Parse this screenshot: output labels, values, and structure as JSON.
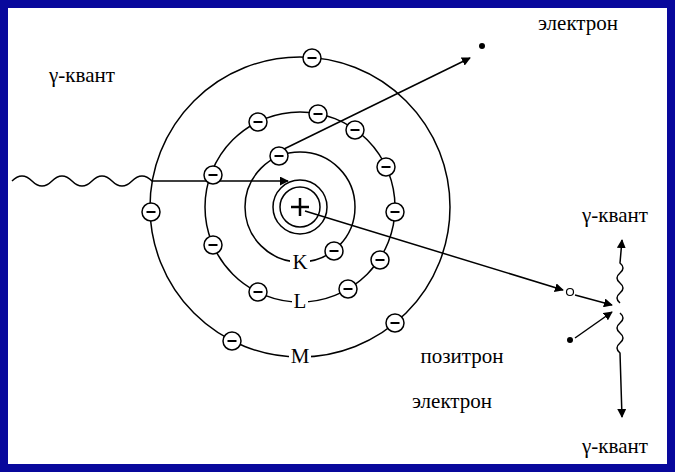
{
  "diagram": {
    "labels": [
      "γ-квант",
      "электрон",
      "K",
      "L",
      "M",
      "γ-квант",
      "позитрон",
      "электрон",
      "γ-квант"
    ]
  }
}
